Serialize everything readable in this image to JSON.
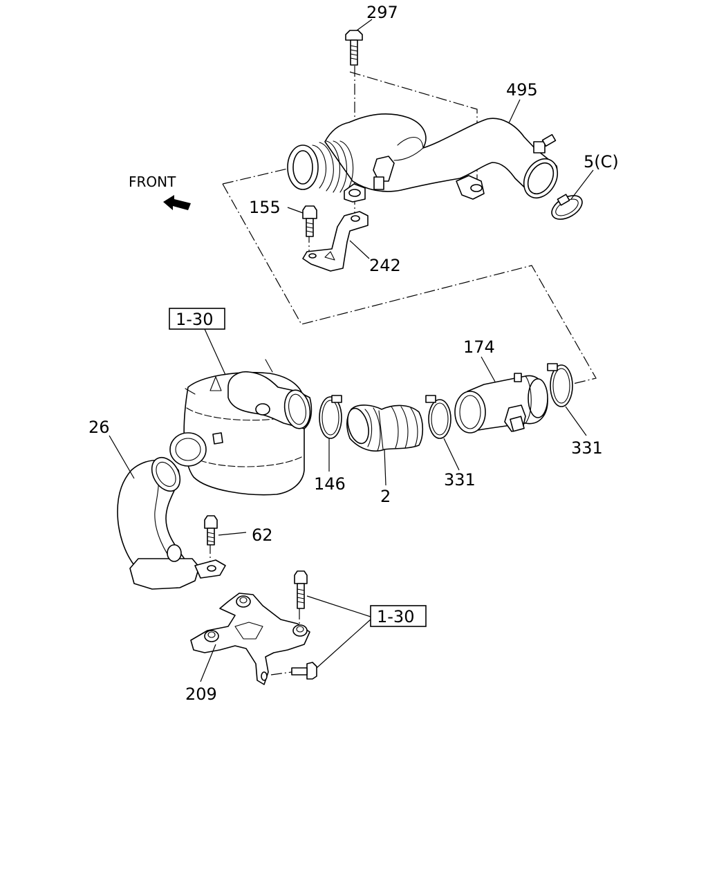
{
  "front_label": "FRONT",
  "labels": {
    "p297": "297",
    "p495": "495",
    "p5c": "5(C)",
    "p155": "155",
    "p242": "242",
    "p130a": "1-30",
    "p174": "174",
    "p26": "26",
    "p331a": "331",
    "p146": "146",
    "p2": "2",
    "p331b": "331",
    "p62": "62",
    "p130b": "1-30",
    "p209": "209"
  }
}
